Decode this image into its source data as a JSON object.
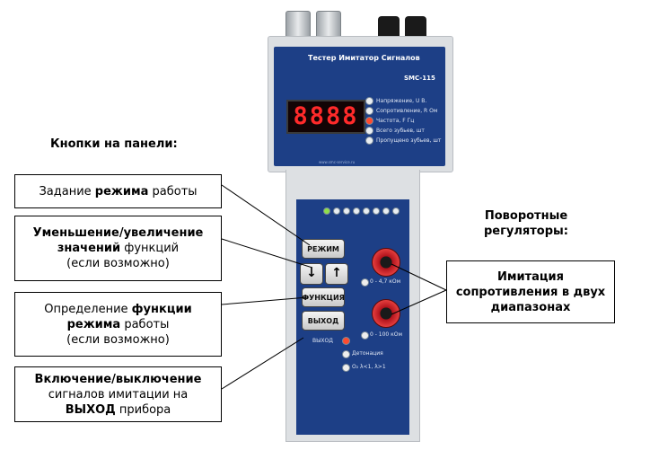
{
  "left_heading": "Кнопки на панели:",
  "right_heading_line1": "Поворотные",
  "right_heading_line2": "регуляторы:",
  "callouts": {
    "mode": {
      "pre": "Задание ",
      "bold": "режима",
      "post": " работы"
    },
    "updown": {
      "bold_line1": "Уменьшение/увеличение",
      "bold_line2": "значений",
      "line2_post": " функций",
      "line3": "(если возможно)"
    },
    "function": {
      "line1_pre": "Определение ",
      "line1_bold": "функции",
      "line2_bold": "режима",
      "line2_post": " работы",
      "line3": "(если возможно)"
    },
    "output": {
      "line1_bold": "Включение/выключение",
      "line2": "сигналов имитации на",
      "line3_bold": "ВЫХОД",
      "line3_post": "  прибора"
    },
    "resistance": {
      "line1": "Имитация",
      "line2": "сопротивления в двух",
      "line3": "диапазонах"
    }
  },
  "device": {
    "title": "Тестер Имитатор Сигналов",
    "model": "SMC-115",
    "display_value": "8888",
    "indicators": [
      {
        "label": "Напряжение, U В.",
        "on": false
      },
      {
        "label": "Сопротивление, R Ом",
        "on": false
      },
      {
        "label": "Частота, F Гц",
        "on": true
      },
      {
        "label": "Всего зубьев, шт",
        "on": false
      },
      {
        "label": "Пропущено зубьев, шт",
        "on": false
      }
    ],
    "url": "www.smc-service.ru",
    "buttons": {
      "mode": "РЕЖИМ",
      "down": "↓",
      "up": "↑",
      "function": "ФУНКЦИЯ",
      "output": "ВЫХОД"
    },
    "knob1_label": "0 - 4,7 кОм",
    "knob2_label": "0 - 100 кОм",
    "output_label": "ВЫХОД",
    "detonation_label": "Детонация",
    "lambda_label": "O₂  λ<1,  λ>1"
  },
  "colors": {
    "panel": "#1d3f86",
    "display_text": "#ff2a2a",
    "led_on": "#ff4b2f",
    "knob": "#d42a2a"
  }
}
